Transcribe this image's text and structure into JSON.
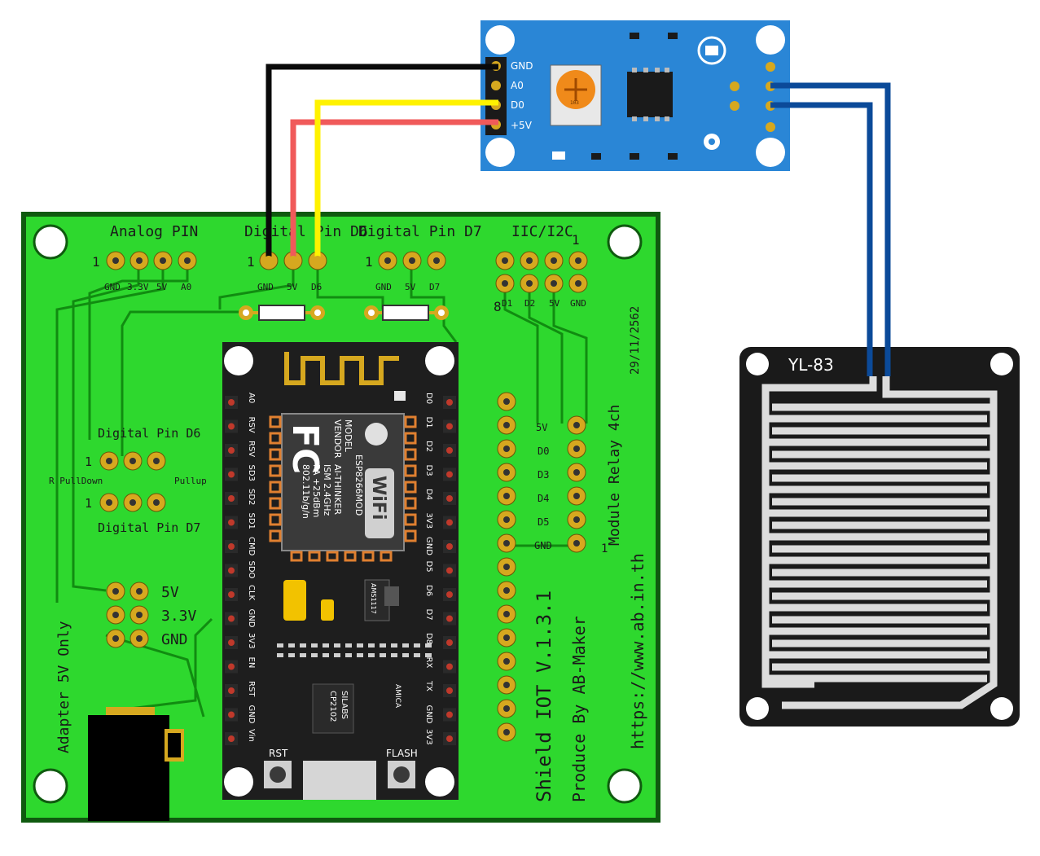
{
  "shield": {
    "analog_header": "Analog PIN",
    "analog_pins": [
      "GND",
      "3.3V",
      "5V",
      "A0"
    ],
    "d6_header": "Digital Pin D6",
    "d6_pins": [
      "GND",
      "5V",
      "D6"
    ],
    "d7_header": "Digital Pin D7",
    "d7_pins": [
      "GND",
      "5V",
      "D7"
    ],
    "iic_header": "IIC/I2C",
    "iic_pins": [
      "D1",
      "D2",
      "5V",
      "GND"
    ],
    "pin_one": "1",
    "pin_eight": "8",
    "date": "29/11/2562",
    "left_d6": "Digital Pin D6",
    "left_d7": "Digital Pin D7",
    "pulldown": "R PullDown",
    "pullup": "Pullup",
    "power_labels": [
      "5V",
      "3.3V",
      "GND"
    ],
    "adapter": "Adapter 5V Only",
    "relay_pins": [
      "5V",
      "D0",
      "D3",
      "D4",
      "D5",
      "GND"
    ],
    "relay_title": "Module Relay 4ch",
    "title": "Shield IOT V.1.3.1",
    "producer": "Produce By AB-Maker",
    "url": "https://www.ab.in.th"
  },
  "nodemcu": {
    "left_pins": [
      "A0",
      "RSV",
      "RSV",
      "SD3",
      "SD2",
      "SD1",
      "CMD",
      "SDO",
      "CLK",
      "GND",
      "3V3",
      "EN",
      "RST",
      "GND",
      "Vin"
    ],
    "right_pins": [
      "D0",
      "D1",
      "D2",
      "D3",
      "D4",
      "3V3",
      "GND",
      "D5",
      "D6",
      "D7",
      "D8",
      "RX",
      "TX",
      "GND",
      "3V3"
    ],
    "module_lines": [
      "MODEL",
      "VENDOR",
      "ISM 2.4GHz",
      "PA +25dBm",
      "802.11b/g/n"
    ],
    "module_values": [
      "ESP8266MOD",
      "AI-THINKER"
    ],
    "fc": "FC",
    "wifi": "WiFi",
    "usb_chip": [
      "SILABS",
      "CP2102"
    ],
    "regulator": "AMS1117",
    "brand": "AMICA",
    "rst": "RST",
    "flash": "FLASH"
  },
  "module": {
    "pins": [
      "GND",
      "A0",
      "D0",
      "+5V"
    ],
    "pot_label": "103"
  },
  "sensor": {
    "label": "YL-83"
  },
  "wires": {
    "gnd": "#0a0a0a",
    "power": "#f05a5a",
    "signal": "#fff200",
    "sensor": "#0b4a99"
  },
  "colors": {
    "pcb": "#2ed82e",
    "module": "#2a86d6",
    "board": "#1e1e1e",
    "gold": "#d6a81f"
  }
}
